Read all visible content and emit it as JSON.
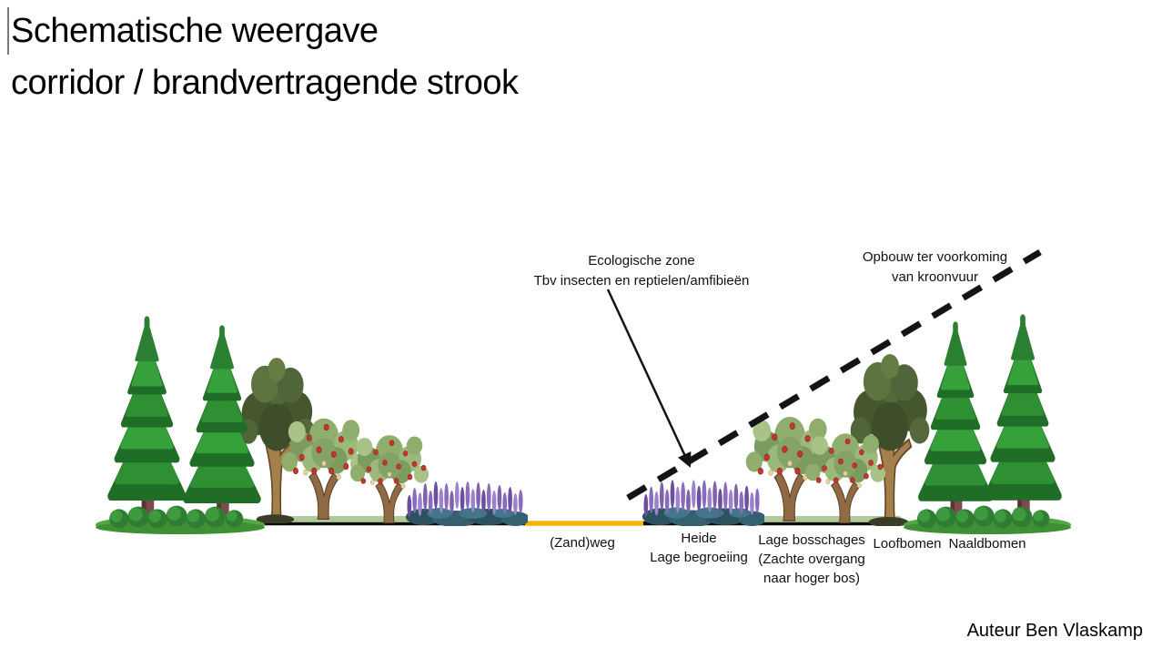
{
  "title": {
    "line1": "Schematische weergave",
    "line2": "corridor / brandvertragende strook"
  },
  "annotations": {
    "ecological_zone": {
      "line1": "Ecologische zone",
      "line2": "Tbv insecten en reptielen/amfibieën"
    },
    "crown_fire": {
      "line1": "Opbouw ter voorkoming",
      "line2": "van kroonvuur"
    }
  },
  "ground_labels": {
    "road": "(Zand)weg",
    "heather": {
      "line1": "Heide",
      "line2": "Lage begroeiing"
    },
    "shrubs": {
      "line1": "Lage bosschages",
      "line2": "(Zachte overgang",
      "line3": "naar hoger bos)"
    },
    "deciduous": "Loofbomen",
    "conifers": "Naaldbomen"
  },
  "author": "Auteur Ben Vlaskamp",
  "colors": {
    "background": "#ffffff",
    "text": "#000000",
    "ground_line": "#0a0a0a",
    "road_yellow": "#F6B40B",
    "conifer_green": "#2F8F33",
    "conifer_dark": "#1F6D26",
    "deciduous_green": "#55683A",
    "apple_foliage": "#8FAE6E",
    "apple_red": "#C8352F",
    "heather_purple": "#7E62AE",
    "heather_base": "#35606F",
    "grass_green": "#51A843",
    "trunk_brown": "#8F6A45",
    "conifer_trunk": "#7E4A50"
  },
  "icons": {
    "conifer-tree": "stylized fir tree (naaldboom)",
    "deciduous-tree": "broadleaf tree (loofboom)",
    "apple-tree": "low fruit tree with red apples (lage bosschages)",
    "heather-shrub": "purple heather / lavender clump (heide)",
    "grass-mound": "grass mound with bushes",
    "sand-road": "yellow (zand)weg segment",
    "ground-line": "black baseline",
    "dashed-buildup-line": "diagonal dashed line showing canopy build-up",
    "pointer-arrow": "annotation arrow to ecological zone"
  }
}
